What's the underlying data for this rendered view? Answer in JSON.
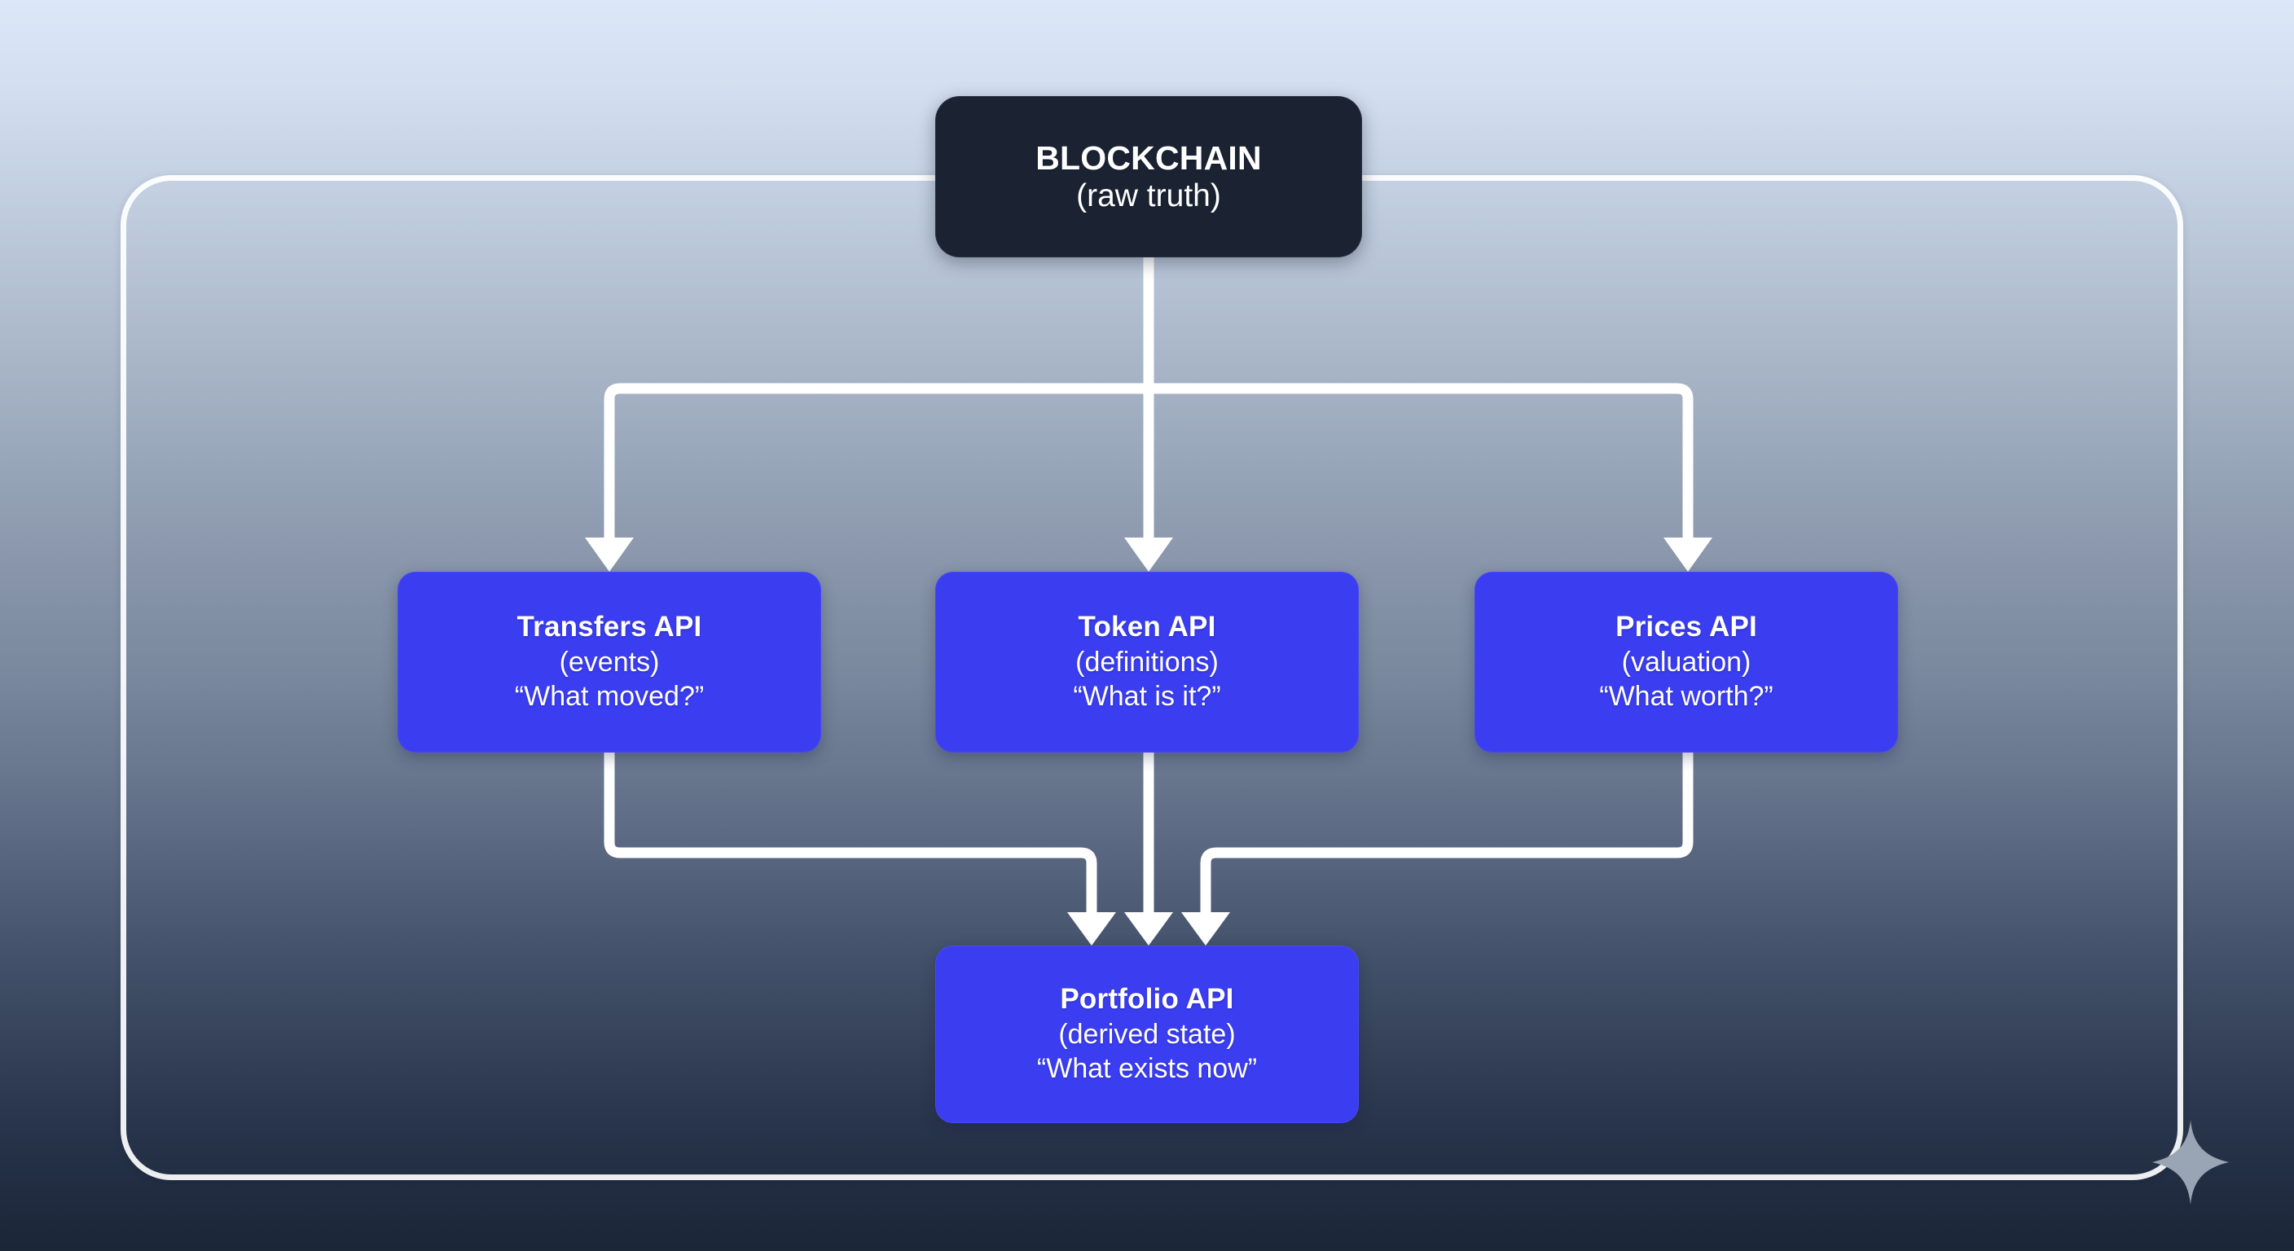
{
  "diagram": {
    "title_semantic": "blockchain-data-api-layer-flow",
    "frame": {
      "stroke_color": "#ffffff"
    },
    "palette": {
      "root_box": "#1b2333",
      "api_box": "#3a3df0",
      "connector": "#ffffff",
      "text": "#ffffff",
      "sparkle": "#99a4b4",
      "background_top": "#dce7f8",
      "background_mid": "#7b8a9f",
      "background_bottom": "#1b2637"
    },
    "nodes": {
      "root": {
        "title": "BLOCKCHAIN",
        "subtitle": "(raw truth)"
      },
      "transfers": {
        "title": "Transfers API",
        "subtitle": "(events)",
        "question": "“What moved?”"
      },
      "token": {
        "title": "Token API",
        "subtitle": "(definitions)",
        "question": "“What is it?”"
      },
      "prices": {
        "title": "Prices API",
        "subtitle": "(valuation)",
        "question": "“What worth?”"
      },
      "portfolio": {
        "title": "Portfolio API",
        "subtitle": "(derived state)",
        "question": "“What exists now”"
      }
    },
    "edges": [
      {
        "from": "root",
        "to": "transfers"
      },
      {
        "from": "root",
        "to": "token"
      },
      {
        "from": "root",
        "to": "prices"
      },
      {
        "from": "transfers",
        "to": "portfolio"
      },
      {
        "from": "token",
        "to": "portfolio"
      },
      {
        "from": "prices",
        "to": "portfolio"
      }
    ],
    "decorations": {
      "sparkle_icon": "sparkle-four-point-star"
    }
  }
}
